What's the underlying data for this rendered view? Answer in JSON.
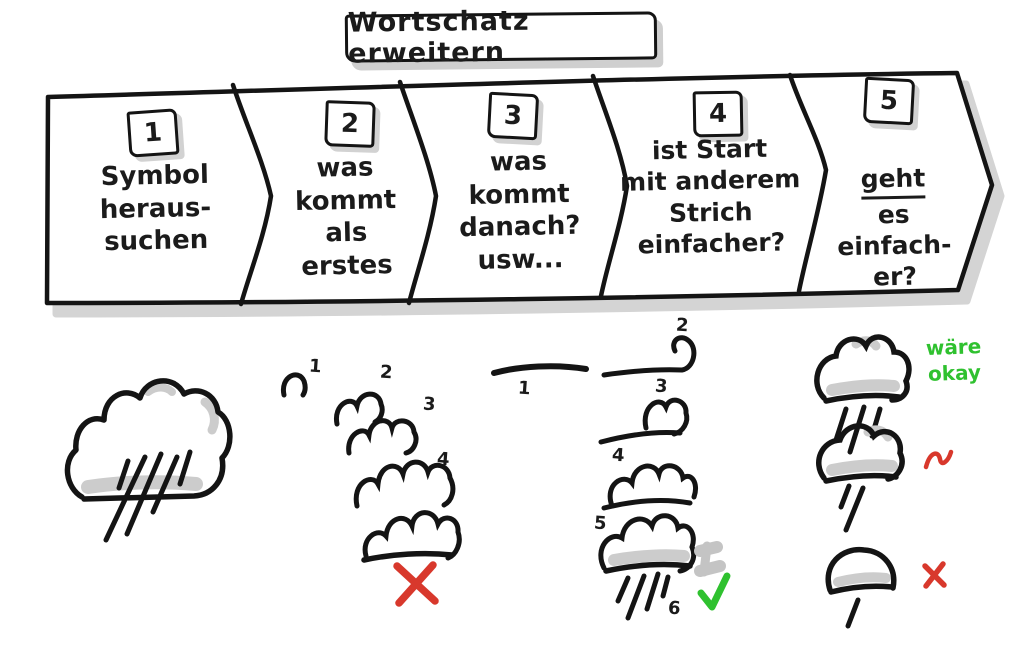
{
  "title": "Wortschatz erweitern",
  "banner": {
    "steps": [
      {
        "number": "1",
        "text": "Symbol\nheraus-\nsuchen"
      },
      {
        "number": "2",
        "text": "was\nkommt\nals\nerstes"
      },
      {
        "number": "3",
        "text": "was\nkommt\ndanach?\nusw..."
      },
      {
        "number": "4",
        "text": "ist Start\nmit anderem\nStrich\neinfacher?"
      },
      {
        "number": "5",
        "lead": "geht",
        "text": "es\neinfach-\ner?"
      }
    ]
  },
  "sketches": {
    "first_attempt": {
      "step_labels": [
        "1",
        "2",
        "3",
        "4"
      ]
    },
    "second_attempt": {
      "start_label": "1",
      "step_labels": [
        "2",
        "3",
        "4",
        "5",
        "6"
      ]
    },
    "verdict_note": "wäre okay"
  },
  "colors": {
    "ink": "#1b1b1b",
    "shadow": "#cdcdcd",
    "ok_green": "#2fc12f",
    "no_red": "#d8382c"
  }
}
